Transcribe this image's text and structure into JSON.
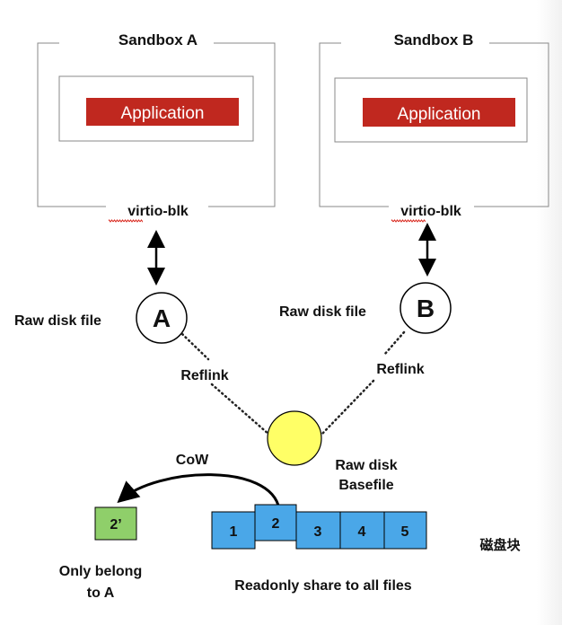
{
  "sandbox_a": {
    "title": "Sandbox A",
    "app_label": "Application",
    "driver_label": "virtio-blk"
  },
  "sandbox_b": {
    "title": "Sandbox B",
    "app_label": "Application",
    "driver_label": "virtio-blk"
  },
  "disk_a": {
    "caption": "Raw disk file",
    "letter": "A",
    "link_label": "Reflink"
  },
  "disk_b": {
    "caption": "Raw disk file",
    "letter": "B",
    "link_label": "Reflink"
  },
  "basefile": {
    "line1": "Raw disk",
    "line2": "Basefile"
  },
  "cow": {
    "label": "CoW",
    "block_label": "2’",
    "caption_line1": "Only belong",
    "caption_line2": "to A"
  },
  "blocks": {
    "labels": [
      "1",
      "2",
      "3",
      "4",
      "5"
    ],
    "caption": "Readonly share to all files",
    "side_label": "磁盘块"
  },
  "colors": {
    "app_fill": "#c0281f",
    "block_fill": "#4aa7e8",
    "cow_block_fill": "#8fcf6a",
    "basefile_fill": "#ffff66",
    "spell_underline": "#d9271d"
  }
}
